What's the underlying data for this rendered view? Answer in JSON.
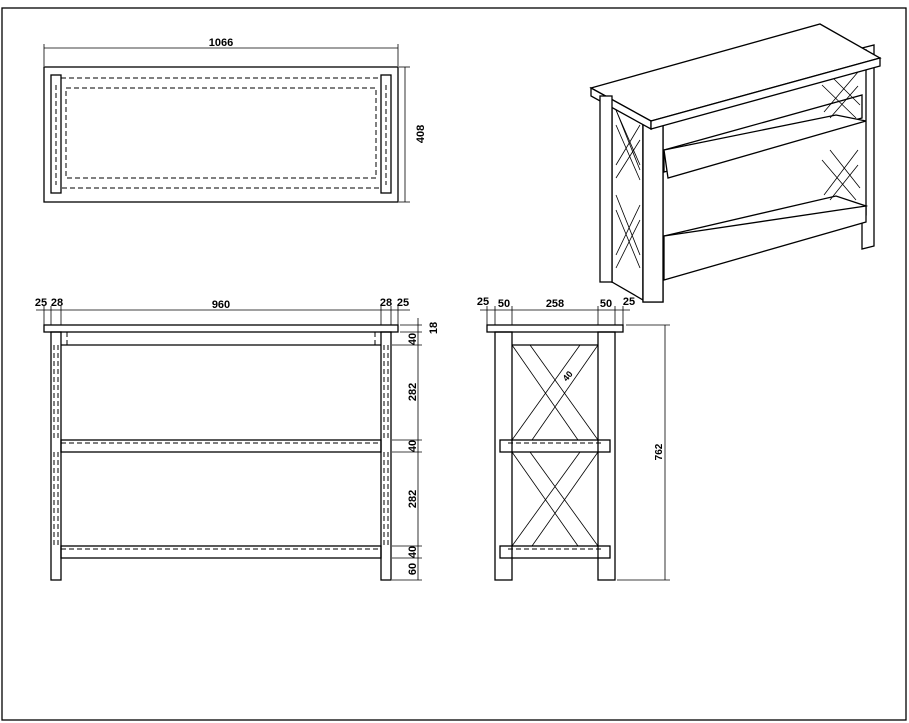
{
  "top_view": {
    "width": "1066",
    "depth": "408"
  },
  "front_view": {
    "widths": [
      "25",
      "28",
      "960",
      "28",
      "25"
    ],
    "heights": [
      "18",
      "40",
      "282",
      "40",
      "282",
      "40",
      "60"
    ]
  },
  "side_view": {
    "widths": [
      "25",
      "50",
      "258",
      "50",
      "25"
    ],
    "brace_width": "40",
    "total_height": "762"
  }
}
